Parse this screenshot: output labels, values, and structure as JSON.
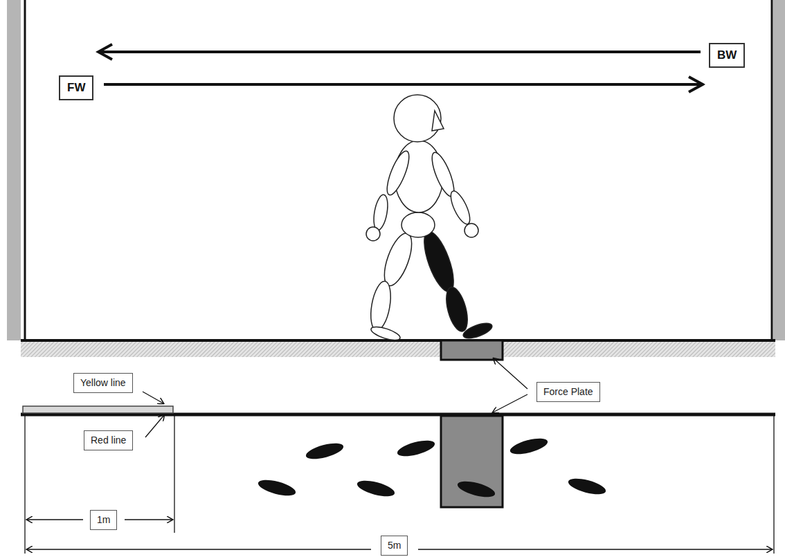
{
  "diagram": {
    "nodes": [
      {
        "text": [
          "BW"
        ]
      },
      {
        "text": [
          "FW"
        ]
      },
      {
        "text": [
          "Yellow line"
        ]
      },
      {
        "text": [
          "Force Plate"
        ]
      },
      {
        "text": [
          "Red line"
        ]
      },
      {
        "text": [
          "1m"
        ]
      },
      {
        "text": [
          "5m"
        ]
      }
    ]
  }
}
